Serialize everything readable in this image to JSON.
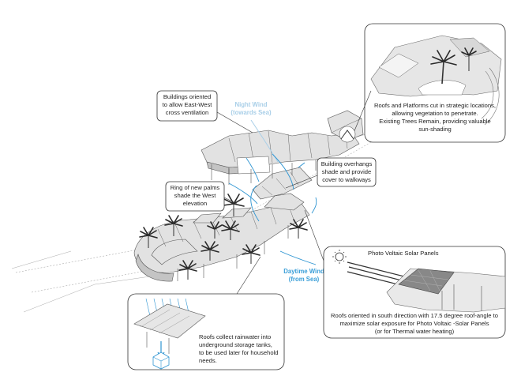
{
  "colors": {
    "wind_night": "#a9cfe8",
    "wind_day": "#3b9fd8",
    "arrow": "#2f95d2",
    "building": "#e2e2e2",
    "line": "#333333"
  },
  "callouts": {
    "cross_ventilation": [
      "Buildings oriented",
      "to allow East-West",
      "cross ventilation"
    ],
    "overhangs": [
      "Building overhangs",
      "shade and provide",
      "cover to walkways"
    ],
    "palms": [
      "Ring of new palms",
      "shade the West",
      "elevation"
    ],
    "roofs_platforms": [
      "Roofs and Platforms cut in strategic locations,",
      "allowing vegetation to penetrate.",
      "Existing Trees Remain, providing valuable",
      "sun-shading"
    ],
    "solar_title": "Photo Voltaic Solar Panels",
    "solar_caption": [
      "Roofs oriented in south direction with 17.5 degree roof-angle to",
      "maximize solar exposure for Photo Voltaic -Solar Panels",
      "(or for Thermal water heating)"
    ],
    "rainwater": [
      "Roofs collect rainwater into",
      "underground storage tanks,",
      "to be used later for household",
      "needs."
    ]
  },
  "wind": {
    "night": [
      "Night Wind",
      "(towards Sea)"
    ],
    "day": [
      "Daytime Wind",
      "(from Sea)"
    ]
  },
  "icons": [
    "sun-icon",
    "palm-tree-icon",
    "rain-arrow-icon",
    "water-tank-icon",
    "solar-panel-icon"
  ]
}
